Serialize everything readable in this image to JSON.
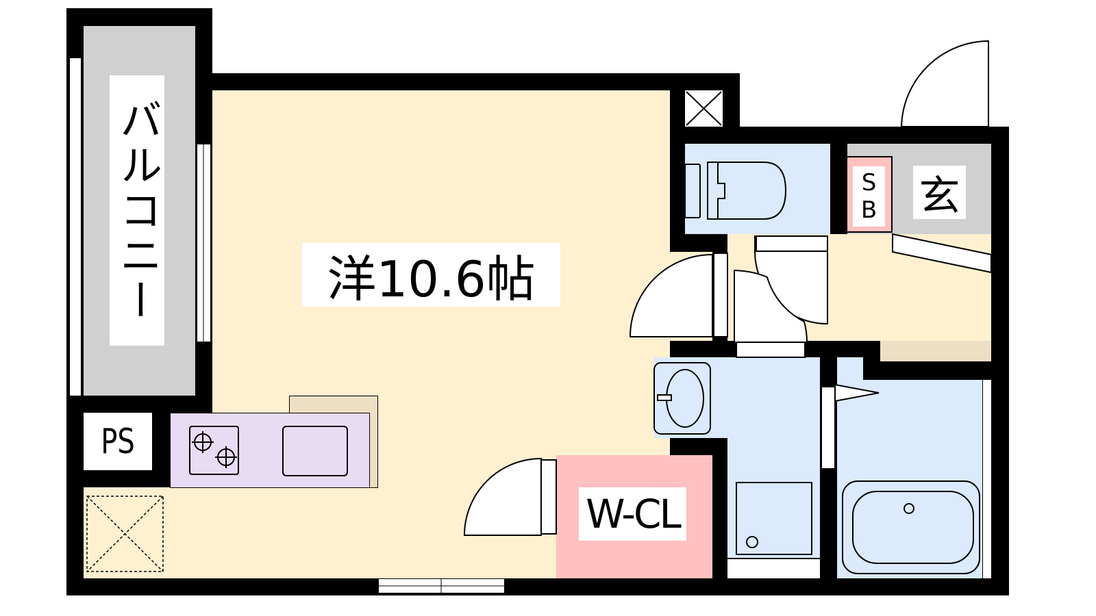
{
  "rooms": {
    "western_room": "洋10.6帖",
    "balcony": "バルコニー",
    "pipe_space": "PS",
    "walk_in_closet": "W-CL",
    "entrance": "玄",
    "shoe_box": "SB"
  },
  "colors": {
    "room": "#fff0d0",
    "wet_area": "#dbeafd",
    "balcony": "#d0d0d0",
    "closet": "#ffc0c0",
    "kitchen": "#e8dcf5",
    "wall": "#000000"
  }
}
